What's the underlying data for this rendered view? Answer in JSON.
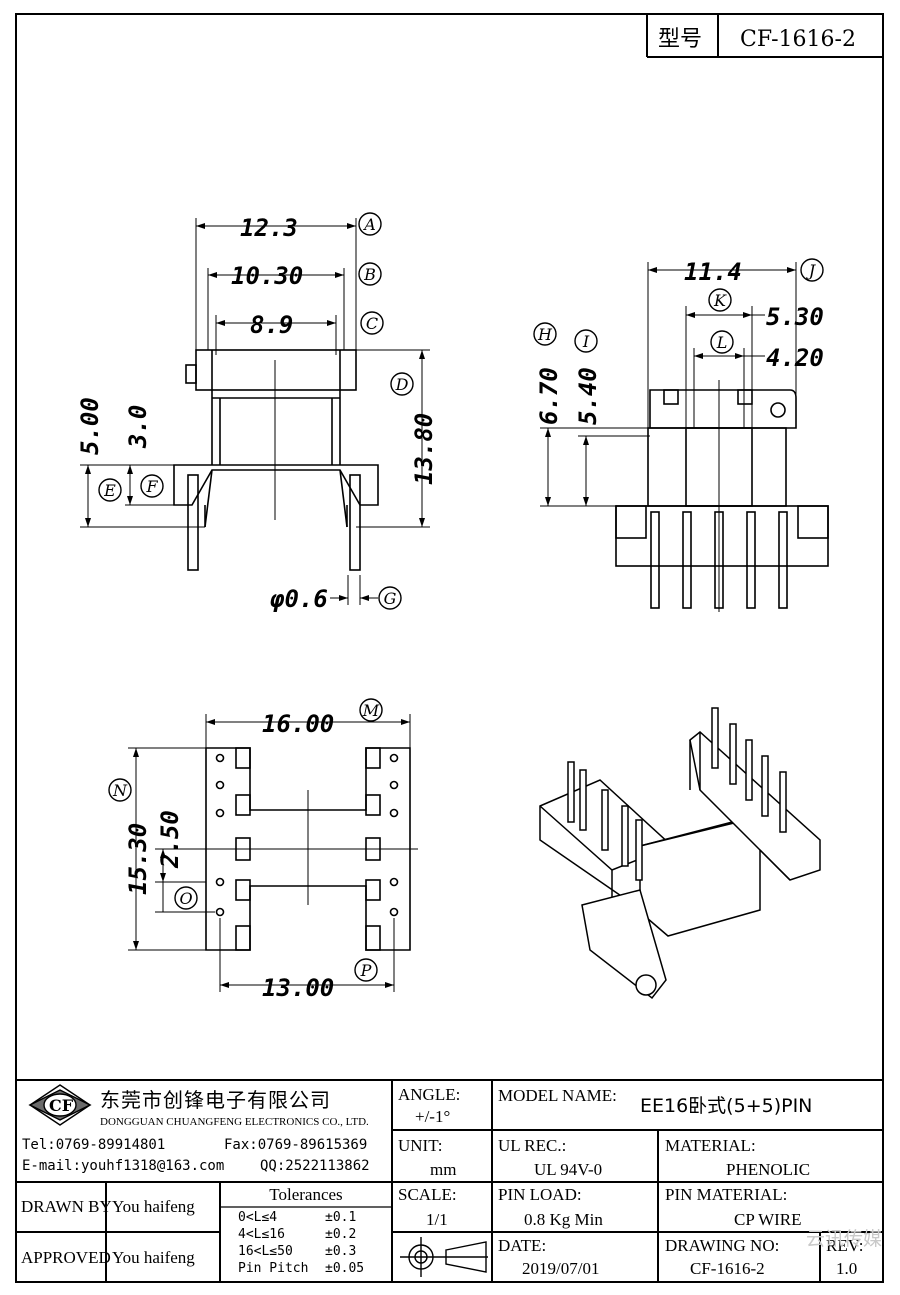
{
  "header": {
    "model_label": "型号",
    "model_value": "CF-1616-2"
  },
  "dimensions": {
    "d_12_3": "12.3",
    "d_10_30": "10.30",
    "d_8_9": "8.9",
    "d_13_80": "13.80",
    "d_5_00": "5.00",
    "d_3_0": "3.0",
    "d_pin": "φ0.6",
    "d_11_4": "11.4",
    "d_5_30": "5.30",
    "d_4_20": "4.20",
    "d_6_70": "6.70",
    "d_5_40": "5.40",
    "d_16_00": "16.00",
    "d_15_30": "15.30",
    "d_2_50": "2.50",
    "d_13_00": "13.00"
  },
  "callouts": [
    "A",
    "B",
    "C",
    "D",
    "E",
    "F",
    "G",
    "H",
    "I",
    "J",
    "K",
    "L",
    "M",
    "N",
    "O",
    "P"
  ],
  "company": {
    "logo": "CF",
    "name_cn": "东莞市创锋电子有限公司",
    "name_en": "DONGGUAN CHUANGFENG ELECTRONICS CO., LTD.",
    "tel": "Tel:0769-89914801",
    "fax": "Fax:0769-89615369",
    "email": "E-mail:youhf1318@163.com",
    "qq": "QQ:2522113862"
  },
  "title_block": {
    "drawn_by_label": "DRAWN BY",
    "drawn_by": "You haifeng",
    "approved_label": "APPROVED",
    "approved_by": "You haifeng",
    "tol_title": "Tolerances",
    "tol": [
      {
        "range": "0<L≤4",
        "val": "±0.1"
      },
      {
        "range": "4<L≤16",
        "val": "±0.2"
      },
      {
        "range": "16<L≤50",
        "val": "±0.3"
      },
      {
        "range": "Pin Pitch",
        "val": "±0.05"
      }
    ],
    "angle_label": "ANGLE:",
    "angle_value": "+/-1°",
    "unit_label": "UNIT:",
    "unit_value": "mm",
    "scale_label": "SCALE:",
    "scale_value": "1/1",
    "model_name_label": "MODEL NAME:",
    "model_name": "EE16卧式(5+5)PIN",
    "ul_label": "UL REC.:",
    "ul_value": "UL 94V-0",
    "material_label": "MATERIAL:",
    "material_value": "PHENOLIC",
    "pin_load_label": "PIN LOAD:",
    "pin_load_value": "0.8 Kg Min",
    "pin_material_label": "PIN MATERIAL:",
    "pin_material_value": "CP WIRE",
    "date_label": "DATE:",
    "date_value": "2019/07/01",
    "drawing_no_label": "DRAWING NO:",
    "drawing_no_value": "CF-1616-2",
    "rev_label": "REV:",
    "rev_value": "1.0"
  },
  "watermark": "云讯传媒"
}
